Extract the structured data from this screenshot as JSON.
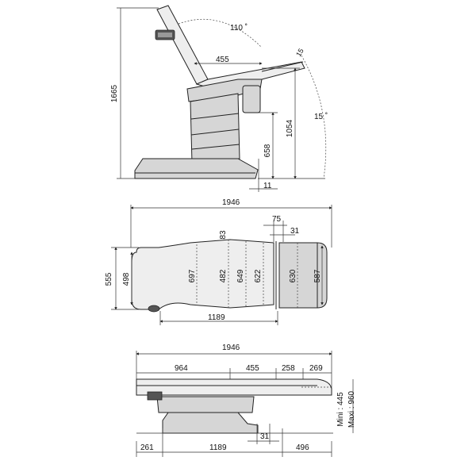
{
  "side_view": {
    "height_total": "1665",
    "angle_back": "110 ˚",
    "seat_length": "455",
    "angle_tilt": "15 ˚",
    "small_angle": "15",
    "seat_height": "1054",
    "base_height": "658",
    "pedal_offset": "11"
  },
  "top_view": {
    "overall_length": "1946",
    "offset_75": "75",
    "offset_31": "31",
    "head_offset": "83",
    "width_555": "555",
    "width_498": "498",
    "width_697": "697",
    "width_482": "482",
    "width_649": "649",
    "width_622": "622",
    "width_630": "630",
    "width_587": "587",
    "base_length": "1189"
  },
  "flat_view": {
    "overall_length": "1946",
    "seg_964": "964",
    "seg_455": "455",
    "seg_258": "258",
    "seg_269": "269",
    "height_mini": "Mini : 445",
    "height_maxi": "Maxi : 960",
    "pedal_offset": "31",
    "base_261": "261",
    "base_1189": "1189",
    "base_496": "496"
  }
}
